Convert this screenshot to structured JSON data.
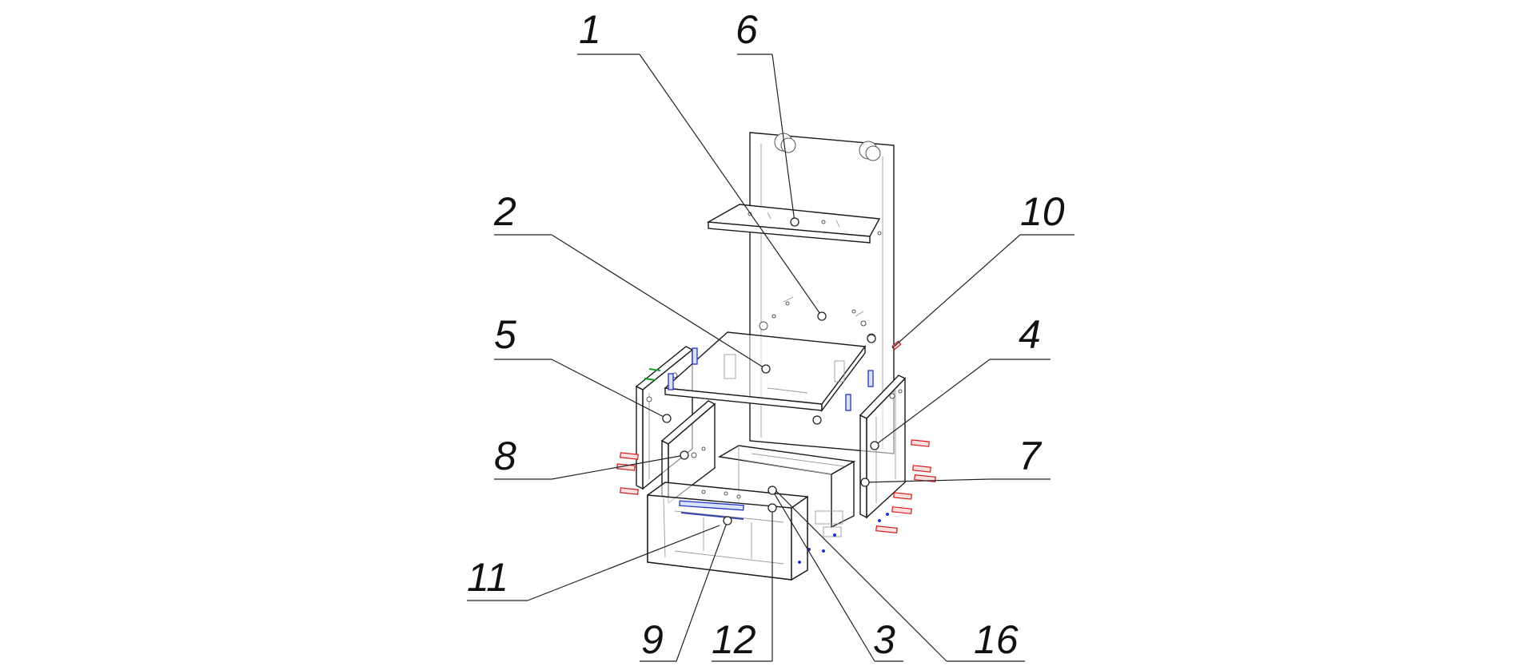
{
  "callouts": [
    {
      "id": "c1",
      "label": "1"
    },
    {
      "id": "c2",
      "label": "2"
    },
    {
      "id": "c3",
      "label": "3"
    },
    {
      "id": "c4",
      "label": "4"
    },
    {
      "id": "c5",
      "label": "5"
    },
    {
      "id": "c6",
      "label": "6"
    },
    {
      "id": "c7",
      "label": "7"
    },
    {
      "id": "c8",
      "label": "8"
    },
    {
      "id": "c9",
      "label": "9"
    },
    {
      "id": "c10",
      "label": "10"
    },
    {
      "id": "c11",
      "label": "11"
    },
    {
      "id": "c12",
      "label": "12"
    },
    {
      "id": "c16",
      "label": "16"
    }
  ],
  "colors": {
    "line": "#1a1a1a",
    "fitting_red": "#d11a1a",
    "fitting_blue": "#2233cc",
    "fitting_green": "#1a9c2a",
    "handle": "#3344aa"
  }
}
